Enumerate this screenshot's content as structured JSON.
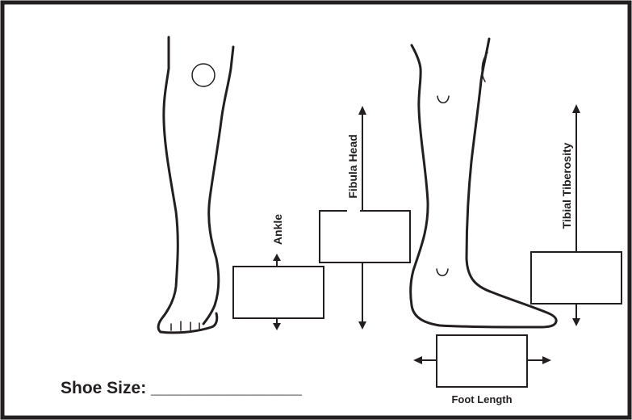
{
  "labels": {
    "ankle": "Ankle",
    "fibula_head": "Fibula Head",
    "tibial_tuberosity": "Tibial Tiberosity",
    "foot_length": "Foot Length",
    "shoe_size": "Shoe Size: ________________"
  },
  "colors": {
    "ink": "#231f20",
    "background": "#ffffff"
  }
}
